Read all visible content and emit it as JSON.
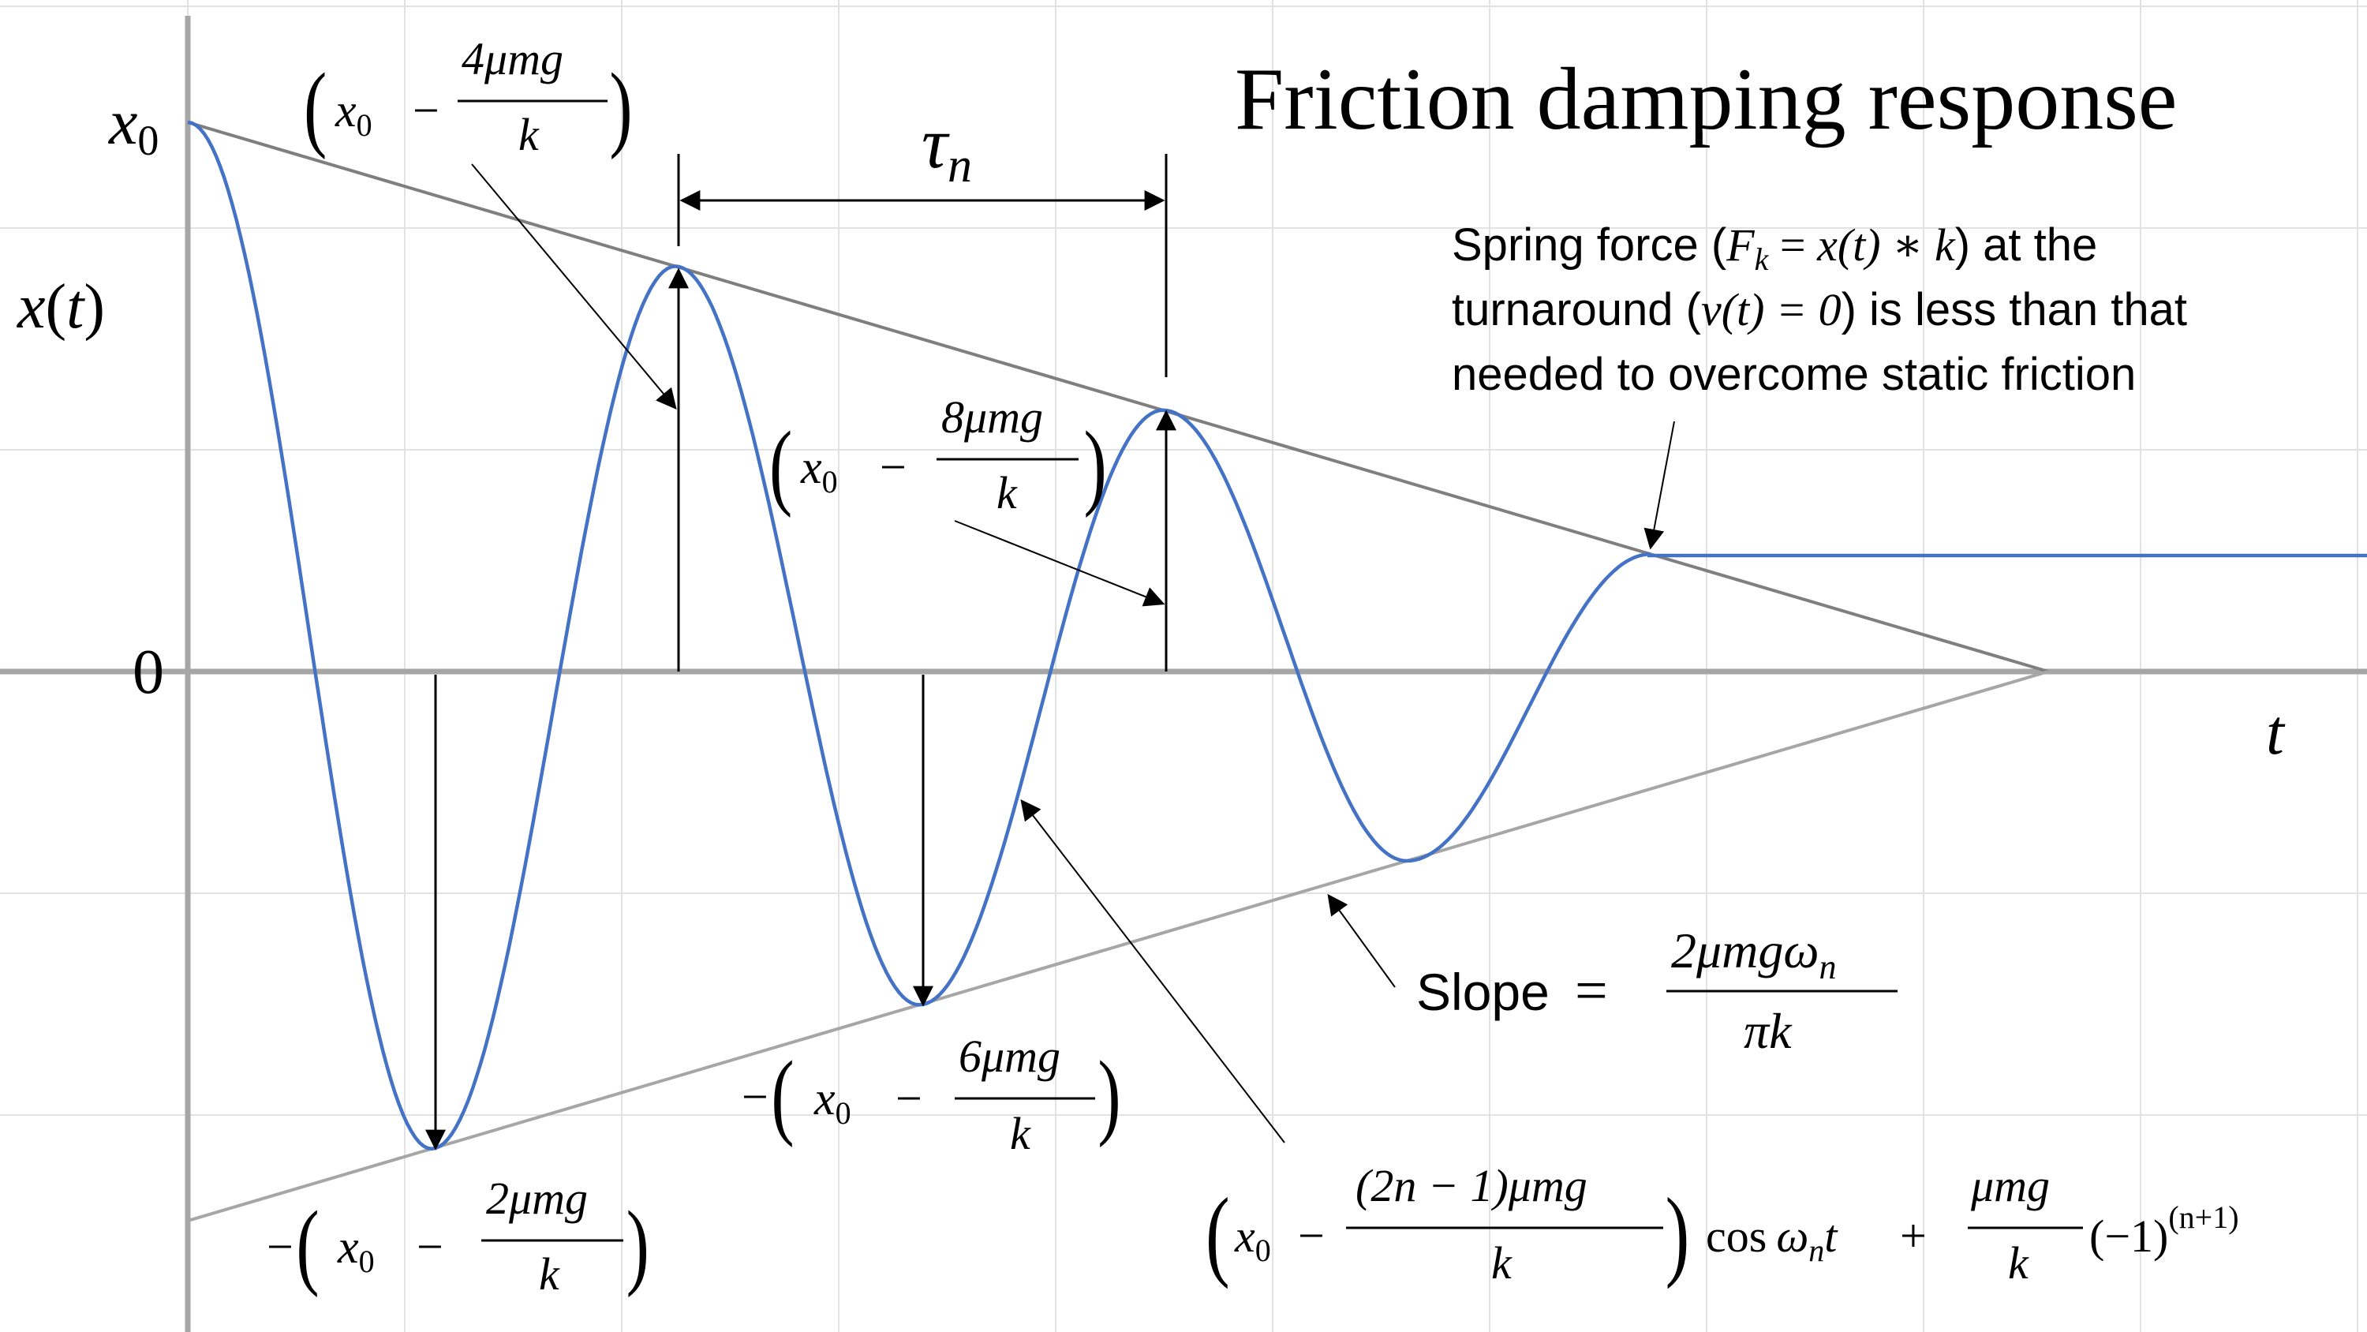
{
  "title": "Friction damping response",
  "axes": {
    "y_label": "x(t)",
    "y_label_var": "x",
    "y_label_arg": "t",
    "x_label": "t",
    "x0_label": "x",
    "x0_sub": "0",
    "zero_label": "0"
  },
  "labels": {
    "tau": "τ",
    "tau_sub": "n",
    "peak1": {
      "sign": "",
      "x": "x",
      "sub": "0",
      "minus": "−",
      "num": "4μmg",
      "den": "k"
    },
    "trough1": {
      "sign": "−",
      "x": "x",
      "sub": "0",
      "minus": "−",
      "num": "2μmg",
      "den": "k"
    },
    "peak2": {
      "sign": "",
      "x": "x",
      "sub": "0",
      "minus": "−",
      "num": "8μmg",
      "den": "k"
    },
    "trough2": {
      "sign": "−",
      "x": "x",
      "sub": "0",
      "minus": "−",
      "num": "6μmg",
      "den": "k"
    },
    "slope": {
      "word": "Slope",
      "eq": "=",
      "num": "2μmgω",
      "num_sub": "n",
      "den": "πk"
    },
    "general": {
      "x": "x",
      "sub": "0",
      "minus": "−",
      "num": "(2n − 1)μmg",
      "den": "k",
      "cos": "cos",
      "omega": "ω",
      "omega_sub": "n",
      "t": "t",
      "plus": "+",
      "num2": "μmg",
      "den2": "k",
      "power_base": "(−1)",
      "power_exp": "(n+1)"
    }
  },
  "note": {
    "line1_a": "Spring force (",
    "line1_F": "F",
    "line1_Fsub": "k",
    "line1_eq": " = ",
    "line1_expr": "x(t) ∗ k",
    "line1_b": ") at the",
    "line2_a": "turnaround (",
    "line2_expr": "v(t) = 0",
    "line2_b": ") is less than that",
    "line3": "needed to overcome static friction"
  },
  "colors": {
    "curve": "#4472C4",
    "envelope": "#7f7f7f",
    "axis": "#a6a6a6",
    "grid": "#e2e2e2",
    "text": "#000000"
  }
}
